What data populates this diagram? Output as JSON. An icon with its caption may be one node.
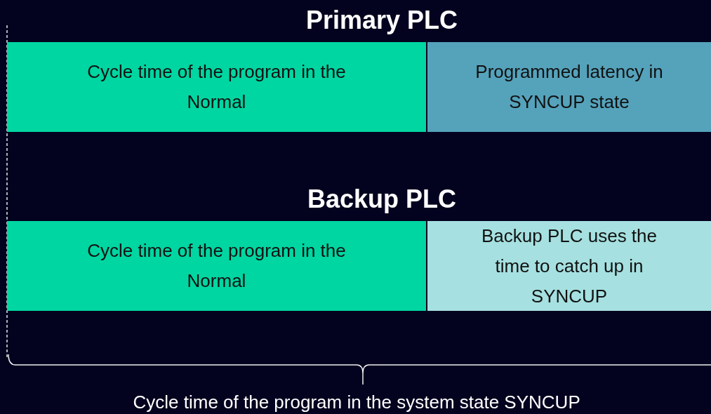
{
  "diagram": {
    "nodes": [
      {
        "text": [
          "Cycle time of the program in the Normal"
        ]
      },
      {
        "text": [
          "Programmed latency in SYNCUP state"
        ]
      },
      {
        "text": [
          "Cycle time of the program in the Normal"
        ]
      },
      {
        "text": [
          "Backup PLC uses the time to catch up in SYNCUP"
        ]
      }
    ],
    "edges": [],
    "labels": [
      "Primary PLC",
      "Backup PLC",
      "Cycle time of the program in the system state SYNCUP"
    ]
  }
}
